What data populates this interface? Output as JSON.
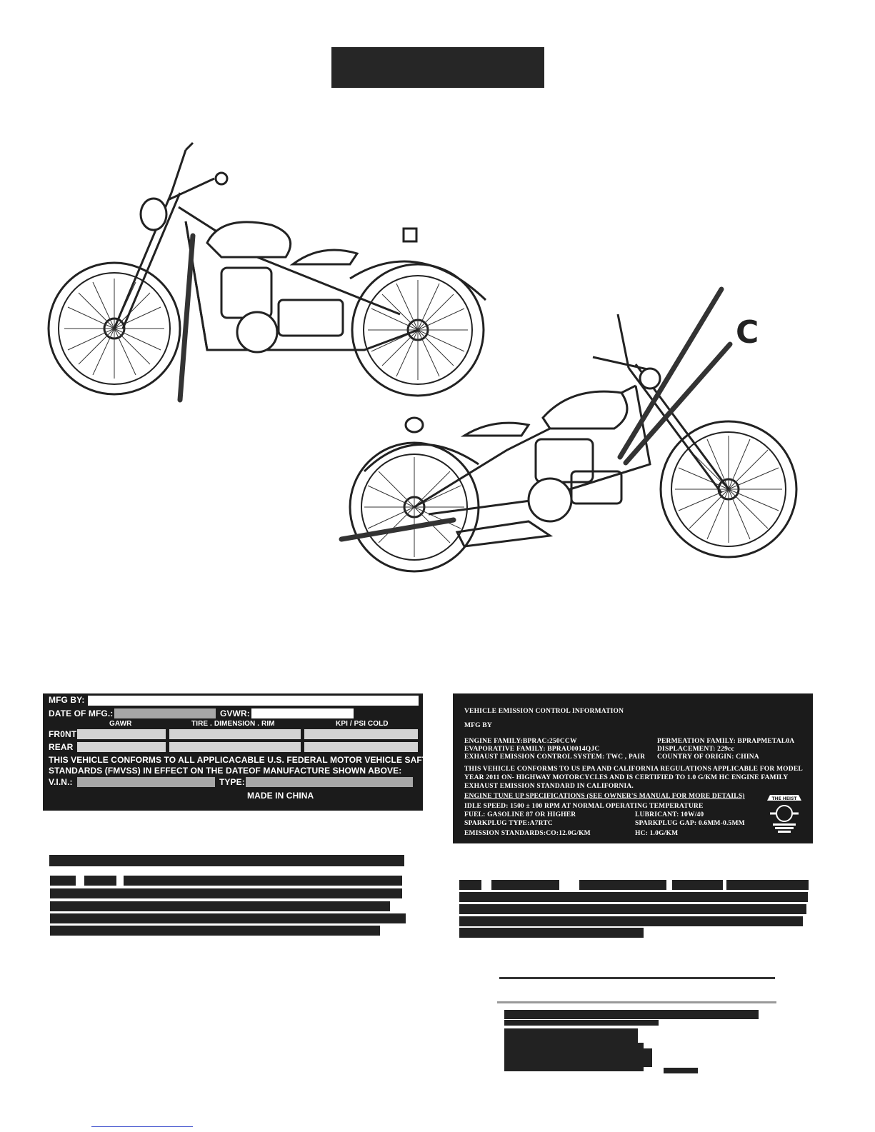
{
  "annotation": {
    "letter": "C"
  },
  "certification_label": {
    "mfg_by": "MFG BY:",
    "date_of_mfg": "DATE OF MFG.:",
    "gvwr": "GVWR:",
    "col_gawr": "GAWR",
    "col_tire": "TIRE . DIMENSION . RIM",
    "col_kpi": "KPI / PSI COLD",
    "front": "FR0NT",
    "rear": "REAR",
    "conform_line1": "THIS VEHICLE CONFORMS TO ALL APPLICACABLE U.S. FEDERAL  MOTOR VEHICLE SAFTEY",
    "conform_line2": "STANDARDS (FMVSS) IN EFFECT ON THE DATEOF MANUFACTURE SHOWN ABOVE:",
    "vin": "V.I.N.:",
    "type": "TYPE:",
    "made_in": "MADE IN CHINA"
  },
  "emission_label": {
    "title": "VEHICLE EMISSION CONTROL INFORMATION",
    "mfg_by": "MFG BY",
    "engine_family": "ENGINE FAMILY:BPRAC:250CCW",
    "evap_family": "EVAPORATIVE FAMILY: BPRAU0014QJC",
    "exhaust_system": "EXHAUST EMISSION CONTROL SYSTEM:  TWC , PAIR",
    "permeation_family": "PERMEATION FAMILY: BPRAPMETAL0A",
    "displacement": "DISPLACEMENT: 229cc",
    "origin": "COUNTRY OF ORIGIN: CHINA",
    "conform_line1": "THIS VEHICLE CONFORMS TO US EPA AND CALIFORNIA  REGULATIONS APPLICABLE FOR  MODEL",
    "conform_line2": "YEAR 2011  ON- HIGHWAY MOTORCYCLES AND IS CERTIFIED TO 1.0 G/KM HC ENGINE FAMILY",
    "conform_line3": "EXHAUST EMISSION STANDARD IN CALIFORNIA.",
    "tune_up": "ENGINE TUNE UP SPECIFICATIONS (SEE OWNER'S MANUAL FOR MORE DETAILS)",
    "idle_speed": "IDLE SPEED: 1500 ± 100 RPM AT NORMAL OPERATING TEMPERATURE",
    "fuel": "FUEL:  GASOLINE 87  OR HIGHER",
    "lubricant": "LUBRICANT: 10W/40",
    "sparkplug_type": "SPARKPLUG TYPE:A7RTC",
    "sparkplug_gap": "SPARKPLUG GAP: 0.6MM-0.5MM",
    "emission_standards": "EMISSION STANDARDS:CO:12.0G/KM",
    "hc": "HC: 1.0G/KM",
    "logo_text": "THE HEIST"
  }
}
